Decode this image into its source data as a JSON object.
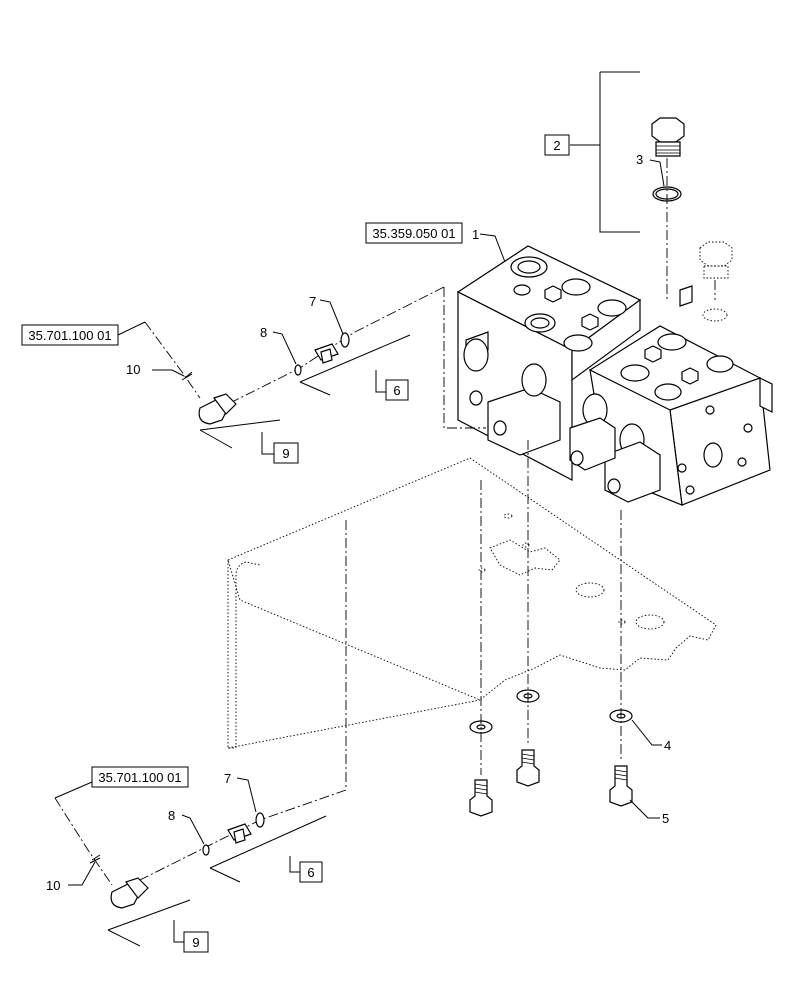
{
  "callouts": {
    "item_1": "1",
    "item_2": "2",
    "item_3": "3",
    "item_4": "4",
    "item_5": "5",
    "item_6_upper": "6",
    "item_6_lower": "6",
    "item_7_upper": "7",
    "item_7_lower": "7",
    "item_8_upper": "8",
    "item_8_lower": "8",
    "item_9_upper": "9",
    "item_9_lower": "9",
    "item_10_upper": "10",
    "item_10_lower": "10"
  },
  "references": {
    "valve_ref": "35.359.050 01",
    "fitting_ref_upper": "35.701.100 01",
    "fitting_ref_lower": "35.701.100 01"
  }
}
